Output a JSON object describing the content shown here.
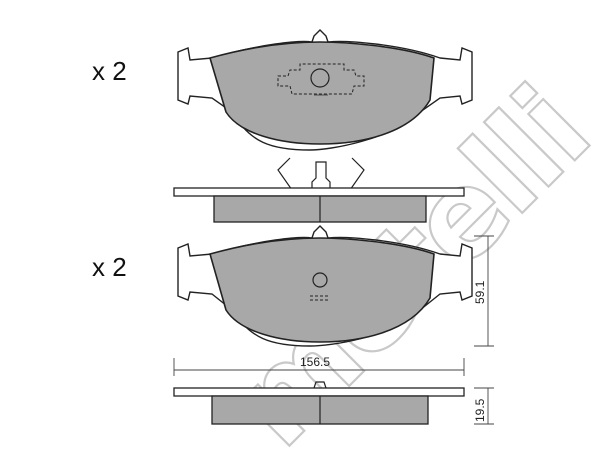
{
  "brand_watermark": "metelli",
  "quantity_labels": [
    "x 2",
    "x 2"
  ],
  "dimensions": {
    "width": "156.5",
    "height": "59.1",
    "thickness": "19.5"
  },
  "colors": {
    "pad_fill": "#a8a8a8",
    "outline": "#222222",
    "watermark": "#c9c9c9"
  }
}
